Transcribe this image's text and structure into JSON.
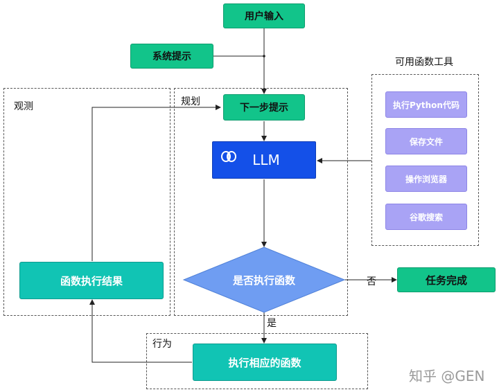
{
  "nodes": {
    "user_input": "用户输入",
    "system_prompt": "系统提示",
    "next_prompt": "下一步提示",
    "llm": "LLM",
    "decision": "是否执行函数",
    "task_done": "任务完成",
    "exec_result": "函数执行结果",
    "exec_function": "执行相应的函数"
  },
  "groups": {
    "observe": "观测",
    "plan": "规划",
    "act": "行为",
    "tools_title": "可用函数工具"
  },
  "tools": [
    "执行Python代码",
    "保存文件",
    "操作浏览器",
    "谷歌搜索"
  ],
  "edges": {
    "no": "否",
    "yes": "是"
  },
  "watermark": "知乎 @GEN",
  "colors": {
    "green": "#12c48a",
    "teal": "#11c4b4",
    "tool": "#a9a3f5",
    "llm": "#1450e8",
    "diamond": "#6f9df2"
  }
}
